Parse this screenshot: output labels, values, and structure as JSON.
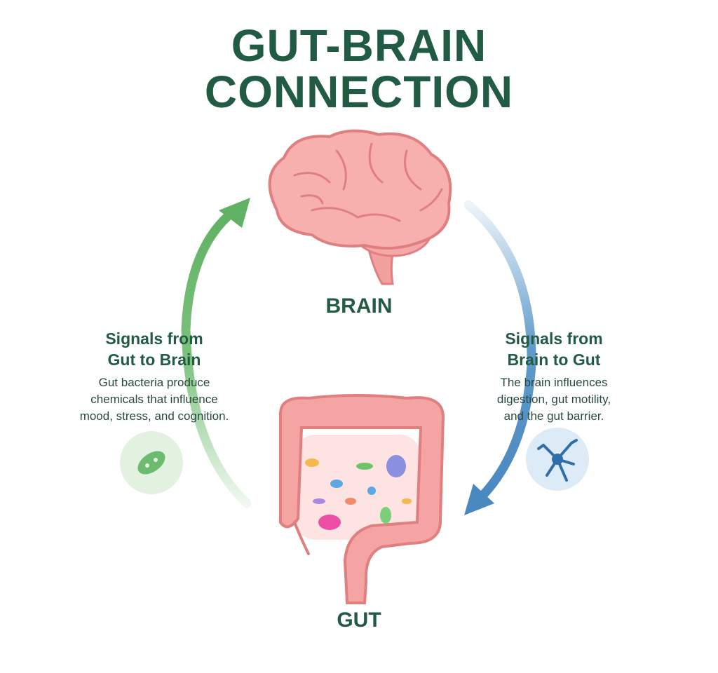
{
  "title": {
    "line1": "GUT-BRAIN",
    "line2": "CONNECTION"
  },
  "brain_label": "BRAIN",
  "gut_label": "GUT",
  "left_panel": {
    "heading_line1": "Signals from",
    "heading_line2": "Gut to Brain",
    "text_line1": "Gut bacteria produce",
    "text_line2": "chemicals that influence",
    "text_line3": "mood, stress, and cognition.",
    "icon": "bacteria-icon"
  },
  "right_panel": {
    "heading_line1": "Signals from",
    "heading_line2": "Brain to Gut",
    "text_line1": "The brain influences",
    "text_line2": "digestion, gut motility,",
    "text_line3": "and the gut barrier.",
    "icon": "neuron-icon"
  },
  "colors": {
    "title": "#215b44",
    "gut_to_brain_arrow": "#6dbb6f",
    "brain_to_gut_arrow": "#4f8fc4",
    "organ": "#f2a0a0"
  }
}
